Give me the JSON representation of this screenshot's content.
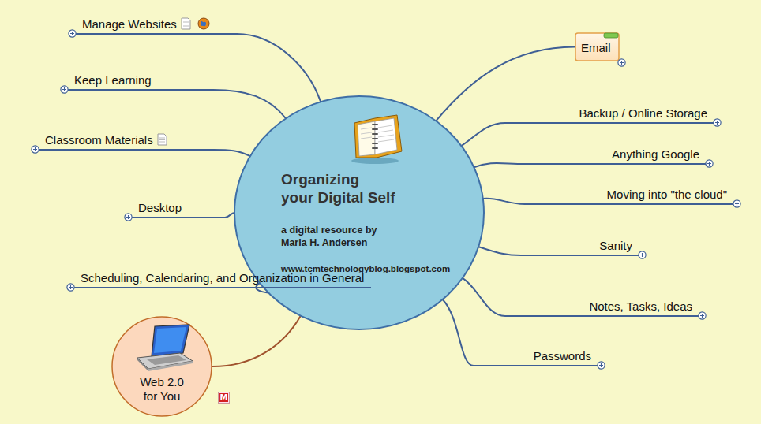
{
  "diagram": {
    "nodes": [
      {
        "text": [
          "Organizing your Digital Self",
          "a digital resource by Maria H. Andersen",
          "www.tcmtechnologyblog.blogspot.com"
        ]
      },
      {
        "text": [
          "Manage Websites"
        ]
      },
      {
        "text": [
          "Keep Learning"
        ]
      },
      {
        "text": [
          "Classroom Materials"
        ]
      },
      {
        "text": [
          "Desktop"
        ]
      },
      {
        "text": [
          "Scheduling, Calendaring, and Organization in General"
        ]
      },
      {
        "text": [
          "Web 2.0 for You"
        ]
      },
      {
        "text": [
          "Email"
        ]
      },
      {
        "text": [
          "Backup / Online Storage"
        ]
      },
      {
        "text": [
          "Anything Google"
        ]
      },
      {
        "text": [
          "Moving into \"the cloud\""
        ]
      },
      {
        "text": [
          "Sanity"
        ]
      },
      {
        "text": [
          "Notes, Tasks, Ideas"
        ]
      },
      {
        "text": [
          "Passwords"
        ]
      }
    ],
    "edges": [
      {
        "from": 0,
        "to": 1,
        "arrow": "none"
      },
      {
        "from": 0,
        "to": 2,
        "arrow": "none"
      },
      {
        "from": 0,
        "to": 3,
        "arrow": "none"
      },
      {
        "from": 0,
        "to": 4,
        "arrow": "none"
      },
      {
        "from": 0,
        "to": 5,
        "arrow": "none"
      },
      {
        "from": 0,
        "to": 6,
        "arrow": "none"
      },
      {
        "from": 0,
        "to": 7,
        "arrow": "none"
      },
      {
        "from": 0,
        "to": 8,
        "arrow": "none"
      },
      {
        "from": 0,
        "to": 9,
        "arrow": "none"
      },
      {
        "from": 0,
        "to": 10,
        "arrow": "none"
      },
      {
        "from": 0,
        "to": 11,
        "arrow": "none"
      },
      {
        "from": 0,
        "to": 12,
        "arrow": "none"
      },
      {
        "from": 0,
        "to": 13,
        "arrow": "none"
      }
    ],
    "labels": [
      "M"
    ]
  }
}
